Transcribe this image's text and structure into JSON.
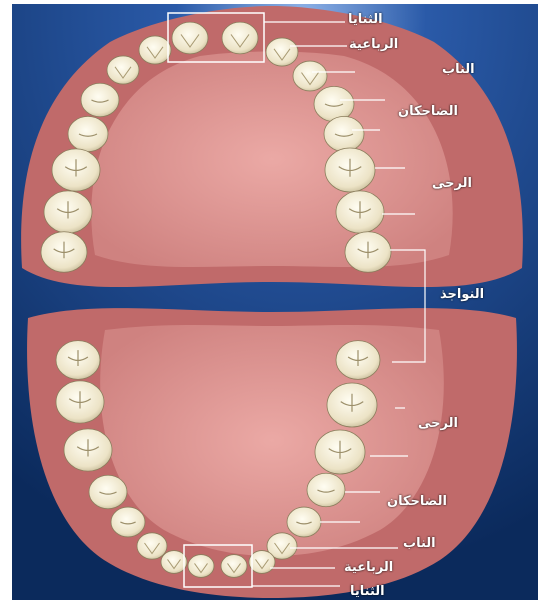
{
  "background_color": "#0d2f66",
  "gum_color": "#b85a5a",
  "palate_color": "#e7a3a0",
  "tooth_color": "#f2ecd6",
  "label_color": "#ffffff",
  "upper_labels": {
    "central_incisors": "الثنايا",
    "lateral_incisors": "الرباعية",
    "canine": "الناب",
    "premolars": "الضاحكان",
    "molars": "الرحى"
  },
  "middle_label": "النواجذ",
  "lower_labels": {
    "molars": "الرحى",
    "premolars": "الضاحكان",
    "canine": "الناب",
    "lateral_incisors": "الرباعية",
    "central_incisors": "الثنايا"
  }
}
